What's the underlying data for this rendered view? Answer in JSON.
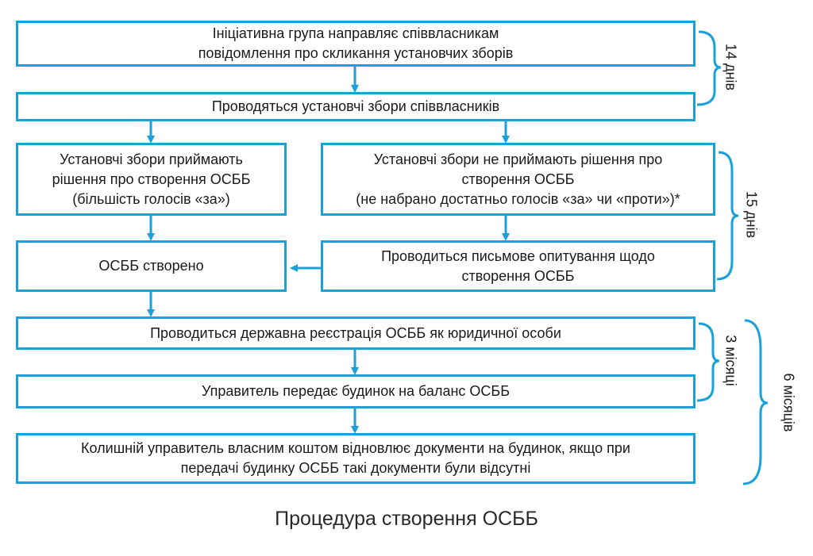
{
  "colors": {
    "accent": "#1aa1d8",
    "text": "#1a1a1a",
    "brace": "#1aa1d8"
  },
  "steps": {
    "initiative": [
      "Ініціативна група направляє співвласникам",
      "повідомлення про скликання установчих зборів"
    ],
    "meeting": [
      "Проводяться установчі збори співвласників"
    ],
    "decision_yes": [
      "Установчі збори приймають",
      "рішення про створення ОСББ",
      "(більшість голосів «за»)"
    ],
    "decision_no": [
      "Установчі збори не приймають рішення про",
      "створення ОСББ",
      "(не набрано достатньо голосів «за» чи «проти»)*"
    ],
    "created": [
      "ОСББ створено"
    ],
    "survey": [
      "Проводиться письмове опитування щодо",
      "створення ОСББ"
    ],
    "registration": [
      "Проводиться державна реєстрація ОСББ як юридичної особи"
    ],
    "handover": [
      "Управитель передає будинок на баланс ОСББ"
    ],
    "documents": [
      "Колишній управитель власним коштом відновлює документи на будинок, якщо при",
      "передачі будинку ОСББ такі документи були відсутні"
    ]
  },
  "durations": {
    "d14": "14 днів",
    "d15": "15 днів",
    "m3": "3 місяці",
    "m6": "6 місяців"
  },
  "caption": "Процедура створення ОСББ"
}
